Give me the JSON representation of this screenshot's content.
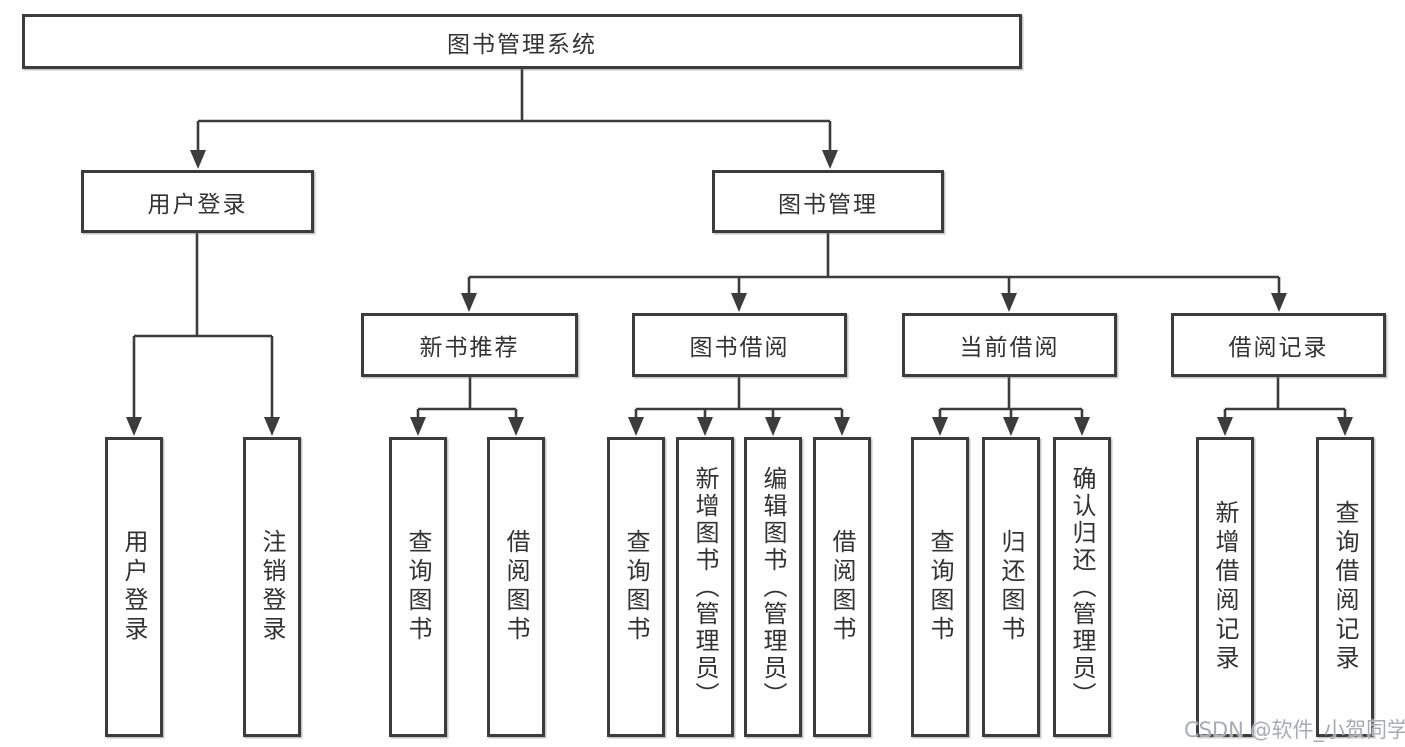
{
  "diagram": {
    "root": {
      "label": "图书管理系统"
    },
    "branches": [
      {
        "label": "用户登录",
        "children": [
          {
            "label": "用户登录"
          },
          {
            "label": "注销登录"
          }
        ]
      },
      {
        "label": "图书管理",
        "groups": [
          {
            "label": "新书推荐",
            "children": [
              {
                "label": "查询图书"
              },
              {
                "label": "借阅图书"
              }
            ]
          },
          {
            "label": "图书借阅",
            "children": [
              {
                "label": "查询图书"
              },
              {
                "label": "新增图书（管理员）"
              },
              {
                "label": "编辑图书（管理员）"
              },
              {
                "label": "借阅图书"
              }
            ]
          },
          {
            "label": "当前借阅",
            "children": [
              {
                "label": "查询图书"
              },
              {
                "label": "归还图书"
              },
              {
                "label": "确认归还（管理员）"
              }
            ]
          },
          {
            "label": "借阅记录",
            "children": [
              {
                "label": "新增借阅记录"
              },
              {
                "label": "查询借阅记录"
              }
            ]
          }
        ]
      }
    ]
  },
  "watermark": {
    "text": "CSDN @软件_小贺同学"
  },
  "colors": {
    "line": "#3c3c3c",
    "text": "#333333",
    "background": "#ffffff",
    "watermark": "#a8acb1"
  }
}
